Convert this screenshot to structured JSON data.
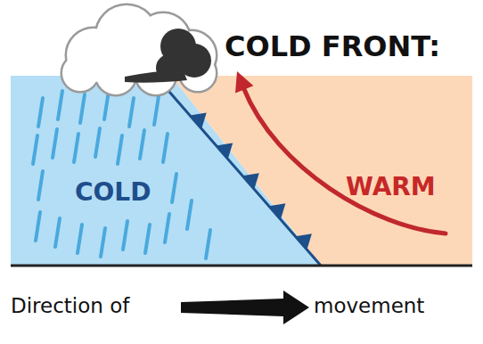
{
  "diagram": {
    "title": "COLD FRONT:",
    "nodes": [
      {
        "text": [
          "COLD"
        ]
      },
      {
        "text": [
          "WARM"
        ]
      }
    ],
    "labels": [
      "Direction of",
      "movement"
    ]
  }
}
